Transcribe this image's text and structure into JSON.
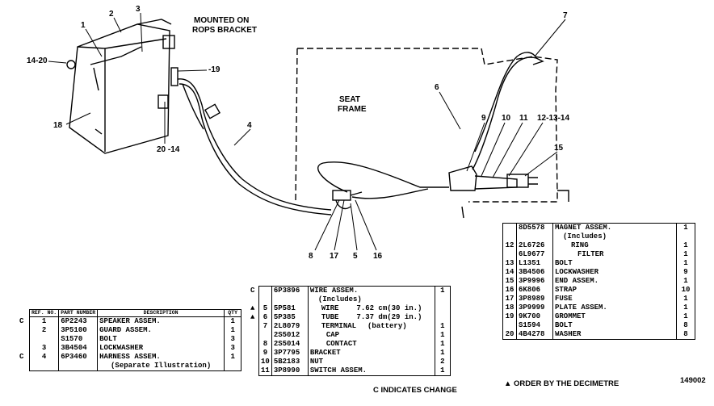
{
  "callouts": {
    "c1": "1",
    "c2": "2",
    "c3": "3",
    "c4": "4",
    "c6": "6",
    "c7": "7",
    "c8": "8",
    "c9": "9",
    "c10": "10",
    "c11": "11",
    "c12_13_14": "12-13-14",
    "c14_20": "14-20",
    "c15": "15",
    "c16": "16",
    "c17": "17",
    "c18": "18",
    "c19": "-19",
    "c20_14": "20 -14",
    "c5": "5"
  },
  "notes": {
    "mounted": "MOUNTED ON",
    "rops": "ROPS BRACKET",
    "seat": "SEAT",
    "frame": "FRAME",
    "change": "C INDICATES CHANGE",
    "order": "▲ ORDER BY THE DECIMETRE",
    "illus_no": "149002"
  },
  "table_left": {
    "headers": [
      "REF. NO.",
      "PART NUMBER",
      "DESCRIPTION",
      "QTY"
    ],
    "rows": [
      {
        "mark": "C",
        "ref": "1",
        "part": "6P2243",
        "desc": "SPEAKER ASSEM.",
        "qty": "1"
      },
      {
        "mark": "",
        "ref": "2",
        "part": "3P5100",
        "desc": "GUARD ASSEM.",
        "qty": "1"
      },
      {
        "mark": "",
        "ref": "",
        "part": "S1570",
        "desc": "BOLT",
        "qty": "3"
      },
      {
        "mark": "",
        "ref": "3",
        "part": "3B4504",
        "desc": "LOCKWASHER",
        "qty": "3"
      },
      {
        "mark": "C",
        "ref": "4",
        "part": "6P3460",
        "desc": "HARNESS ASSEM.",
        "qty": "1"
      },
      {
        "mark": "",
        "ref": "",
        "part": "",
        "desc": "(Separate Illustration)",
        "qty": ""
      }
    ]
  },
  "table_mid": {
    "rows": [
      {
        "mark": "C",
        "ref": "",
        "part": "6P3896",
        "desc": "WIRE ASSEM.",
        "qty": "1"
      },
      {
        "mark": "",
        "ref": "",
        "part": "",
        "desc": "(Includes)",
        "qty": ""
      },
      {
        "mark": "▲",
        "ref": "5",
        "part": "5P581",
        "desc": "WIRE",
        "extra": "7.62 cm(30 in.)",
        "qty": ""
      },
      {
        "mark": "▲",
        "ref": "6",
        "part": "5P385",
        "desc": "TUBE",
        "extra": "7.37 dm(29 in.)",
        "qty": ""
      },
      {
        "mark": "",
        "ref": "7",
        "part": "2L8079",
        "desc": "TERMINAL",
        "extra": "(battery)",
        "qty": "1"
      },
      {
        "mark": "",
        "ref": "",
        "part": "2S5012",
        "desc": "CAP",
        "qty": "1"
      },
      {
        "mark": "",
        "ref": "8",
        "part": "2S5014",
        "desc": "CONTACT",
        "qty": "1"
      },
      {
        "mark": "",
        "ref": "9",
        "part": "3P7795",
        "desc": "BRACKET",
        "qty": "1"
      },
      {
        "mark": "",
        "ref": "10",
        "part": "5B2183",
        "desc": "NUT",
        "qty": "2"
      },
      {
        "mark": "",
        "ref": "11",
        "part": "3P8990",
        "desc": "SWITCH ASSEM.",
        "qty": "1"
      }
    ]
  },
  "table_right": {
    "rows": [
      {
        "ref": "",
        "part": "8D5578",
        "desc": "MAGNET ASSEM.",
        "qty": "1"
      },
      {
        "ref": "",
        "part": "",
        "desc": "(Includes)",
        "qty": ""
      },
      {
        "ref": "12",
        "part": "2L6726",
        "desc": "RING",
        "qty": "1"
      },
      {
        "ref": "",
        "part": "6L9677",
        "desc": "FILTER",
        "qty": "1"
      },
      {
        "ref": "13",
        "part": "L1351",
        "desc": "BOLT",
        "qty": "1"
      },
      {
        "ref": "14",
        "part": "3B4506",
        "desc": "LOCKWASHER",
        "qty": "9"
      },
      {
        "ref": "15",
        "part": "3P9996",
        "desc": "END ASSEM.",
        "qty": "1"
      },
      {
        "ref": "16",
        "part": "6K806",
        "desc": "STRAP",
        "qty": "10"
      },
      {
        "ref": "17",
        "part": "3P8989",
        "desc": "FUSE",
        "qty": "1"
      },
      {
        "ref": "18",
        "part": "3P9999",
        "desc": "PLATE ASSEM.",
        "qty": "1"
      },
      {
        "ref": "19",
        "part": "9K700",
        "desc": "GROMMET",
        "qty": "1"
      },
      {
        "ref": "",
        "part": "S1594",
        "desc": "BOLT",
        "qty": "8"
      },
      {
        "ref": "20",
        "part": "4B4278",
        "desc": "WASHER",
        "qty": "8"
      }
    ]
  }
}
